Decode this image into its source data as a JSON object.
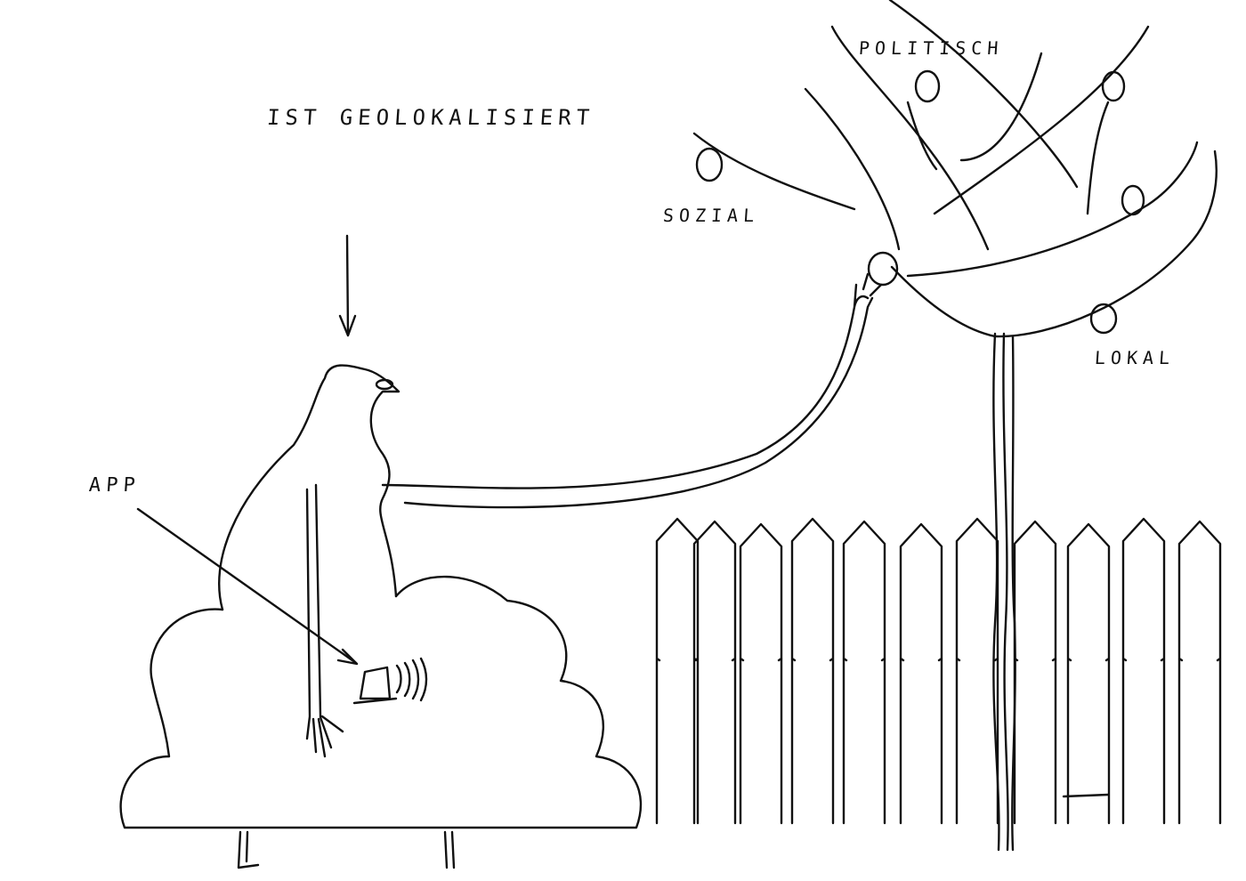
{
  "labels": {
    "geolocated": "IST GEOLOKALISIERT",
    "political": "POLITISCH",
    "social": "SOZIAL",
    "local": "LOKAL",
    "app": "APP"
  },
  "colors": {
    "ink": "#111111",
    "paper": "#ffffff"
  }
}
